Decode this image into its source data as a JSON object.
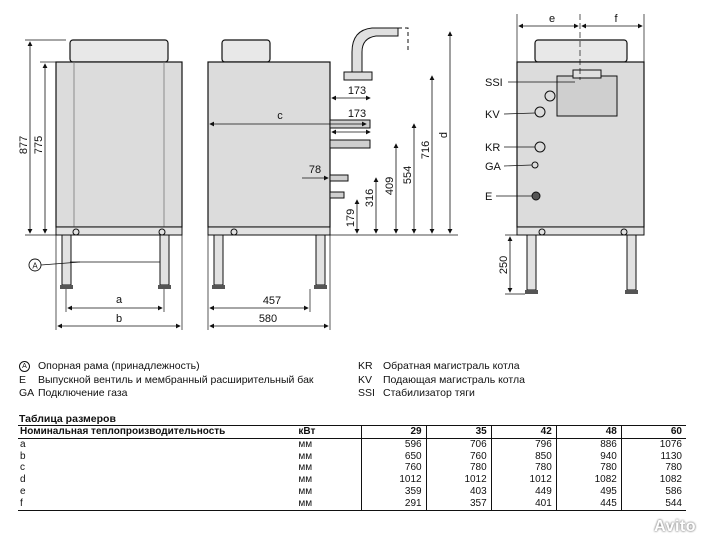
{
  "drawing": {
    "dims_front": {
      "h877": "877",
      "h775": "775",
      "a": "a",
      "b": "b"
    },
    "dims_side": {
      "d173a": "173",
      "d173b": "173",
      "c": "c",
      "d78": "78",
      "h179": "179",
      "h316": "316",
      "h409": "409",
      "h554": "554",
      "h716": "716",
      "d": "d",
      "w457": "457",
      "w580": "580"
    },
    "dims_back": {
      "e": "e",
      "f": "f",
      "h250": "250"
    },
    "callouts": {
      "ssi": "SSI",
      "kv": "KV",
      "kr": "KR",
      "ga": "GA",
      "e": "E",
      "a_mark": "A"
    }
  },
  "legend": [
    {
      "code": "A",
      "text": "Опорная рама (принадлежность)",
      "circled": true
    },
    {
      "code": "E",
      "text": "Выпускной вентиль и мембранный расширительный бак",
      "circled": false
    },
    {
      "code": "GA",
      "text": "Подключение газа",
      "circled": false
    },
    {
      "code": "KR",
      "text": "Обратная магистраль котла",
      "circled": false
    },
    {
      "code": "KV",
      "text": "Подающая магистраль котла",
      "circled": false
    },
    {
      "code": "SSI",
      "text": "Стабилизатор тяги",
      "circled": false
    }
  ],
  "table": {
    "title": "Таблица размеров",
    "header": {
      "label": "Номинальная теплопроизводительность",
      "unit": "кВт",
      "cols": [
        "29",
        "35",
        "42",
        "48",
        "60"
      ]
    },
    "rows": [
      {
        "label": "a",
        "unit": "мм",
        "values": [
          "596",
          "706",
          "796",
          "886",
          "1076"
        ]
      },
      {
        "label": "b",
        "unit": "мм",
        "values": [
          "650",
          "760",
          "850",
          "940",
          "1130"
        ]
      },
      {
        "label": "c",
        "unit": "мм",
        "values": [
          "760",
          "780",
          "780",
          "780",
          "780"
        ]
      },
      {
        "label": "d",
        "unit": "мм",
        "values": [
          "1012",
          "1012",
          "1012",
          "1082",
          "1082"
        ]
      },
      {
        "label": "e",
        "unit": "мм",
        "values": [
          "359",
          "403",
          "449",
          "495",
          "586"
        ]
      },
      {
        "label": "f",
        "unit": "мм",
        "values": [
          "291",
          "357",
          "401",
          "445",
          "544"
        ]
      }
    ]
  },
  "watermark": "Avito"
}
